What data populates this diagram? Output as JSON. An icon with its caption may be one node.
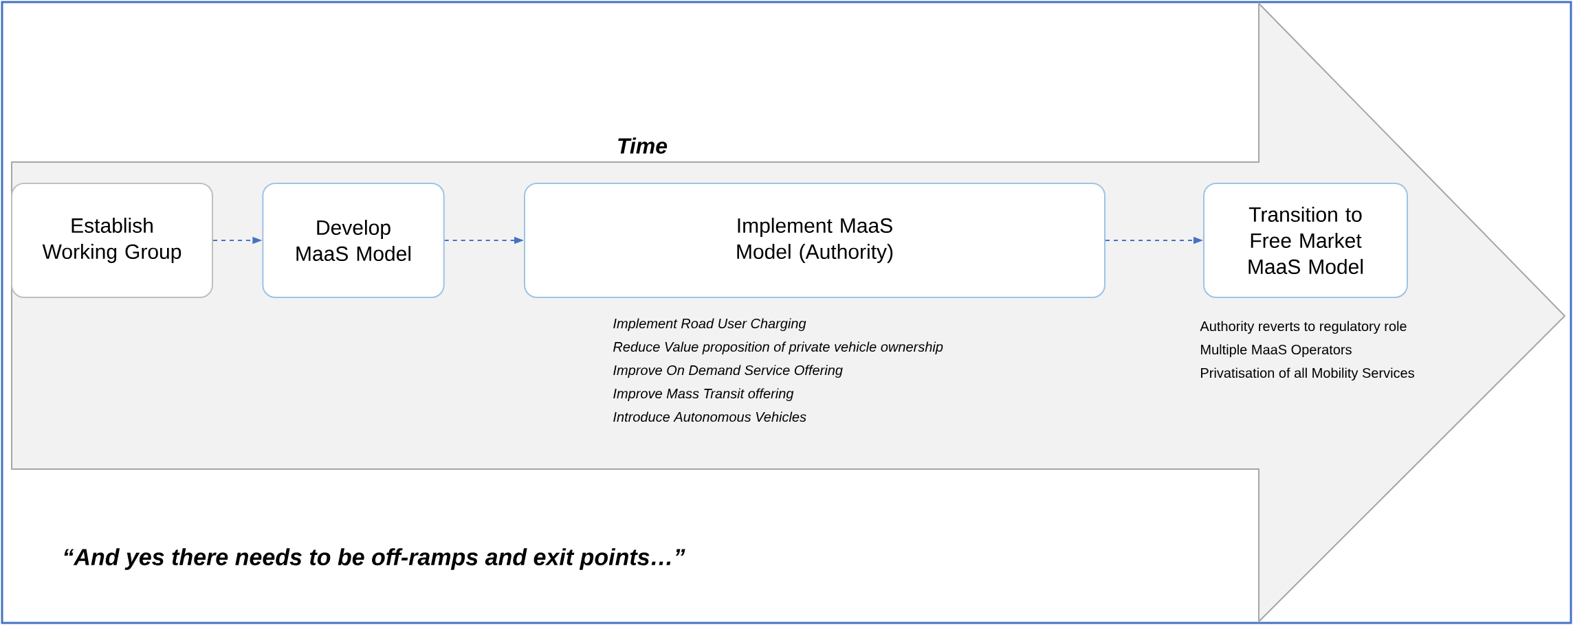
{
  "diagram": {
    "nodes": [
      {
        "text": [
          "Time"
        ]
      },
      {
        "text": [
          "Establish Working Group"
        ],
        "in": 0
      },
      {
        "text": [
          "Develop MaaS Model"
        ],
        "in": 0
      },
      {
        "text": [
          "Implement MaaS Model (Authority)"
        ],
        "in": 0,
        "beside": [
          "Implement Road User Charging",
          "Reduce Value proposition of private vehicle ownership",
          "Improve On Demand Service Offering",
          "Improve Mass Transit offering",
          "Introduce Autonomous Vehicles"
        ]
      },
      {
        "text": [
          "Transition to Free Market MaaS Model"
        ],
        "in": 0,
        "beside": [
          "Authority reverts to regulatory role",
          "Multiple MaaS Operators",
          "Privatisation of all Mobility Services"
        ]
      }
    ],
    "edges": [
      {
        "from": 1,
        "to": 2,
        "arrow": "to",
        "style": "dashed"
      },
      {
        "from": 2,
        "to": 3,
        "arrow": "to",
        "style": "dashed"
      },
      {
        "from": 3,
        "to": 4,
        "arrow": "to",
        "style": "dashed"
      }
    ],
    "labels": [
      "“And yes there needs to be off-ramps and exit points…”"
    ]
  }
}
